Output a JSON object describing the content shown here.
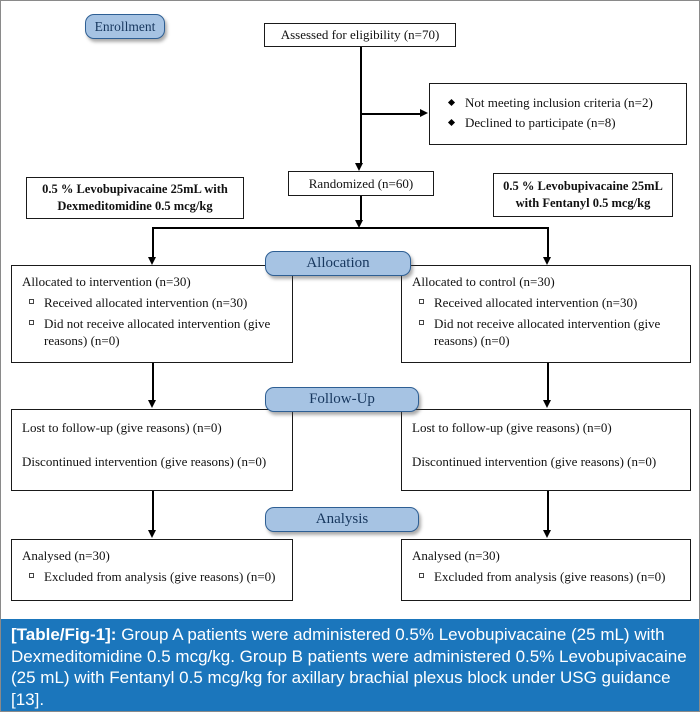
{
  "colors": {
    "pill_fill": "#a6c3e3",
    "pill_border": "#2e5f94",
    "pill_text": "#17375e",
    "caption_bg": "#1b76bc",
    "caption_text": "#ffffff",
    "box_border": "#1a1a1a",
    "connector": "#000000"
  },
  "pills": {
    "enrollment": "Enrollment",
    "allocation": "Allocation",
    "followup": "Follow-Up",
    "analysis": "Analysis"
  },
  "flow": {
    "assessed": "Assessed for eligibility (n=70)",
    "excluded_items": [
      "Not meeting inclusion criteria (n=2)",
      "Declined to participate (n=8)"
    ],
    "randomized": "Randomized (n=60)",
    "group_a": "0.5 % Levobupivacaine 25mL with Dexmeditomidine 0.5 mcg/kg",
    "group_b": "0.5 % Levobupivacaine 25mL with Fentanyl 0.5 mcg/kg",
    "allocation_left_title": "Allocated to intervention (n=30)",
    "allocation_left_items": [
      "Received allocated intervention (n=30)",
      "Did not receive allocated intervention (give reasons) (n=0)"
    ],
    "allocation_right_title": "Allocated to control (n=30)",
    "allocation_right_items": [
      "Received allocated intervention (n=30)",
      "Did not receive allocated intervention (give reasons) (n=0)"
    ],
    "followup_left_items": [
      "Lost to follow-up (give reasons) (n=0)",
      "Discontinued intervention (give reasons) (n=0)"
    ],
    "followup_right_items": [
      "Lost to follow-up (give reasons) (n=0)",
      "Discontinued intervention (give reasons) (n=0)"
    ],
    "analysis_left_title": "Analysed (n=30)",
    "analysis_left_items": [
      "Excluded from analysis (give reasons) (n=0)"
    ],
    "analysis_right_title": "Analysed (n=30)",
    "analysis_right_items": [
      "Excluded from analysis (give reasons) (n=0)"
    ]
  },
  "caption": {
    "tag": "[Table/Fig-1]:",
    "text": "Group A patients were administered 0.5% Levobupivacaine (25 mL) with Dexmeditomidine 0.5 mcg/kg. Group B patients were administered 0.5% Levobupivacaine (25 mL) with Fentanyl 0.5 mcg/kg for axillary brachial plexus block under USG guidance [13]."
  }
}
